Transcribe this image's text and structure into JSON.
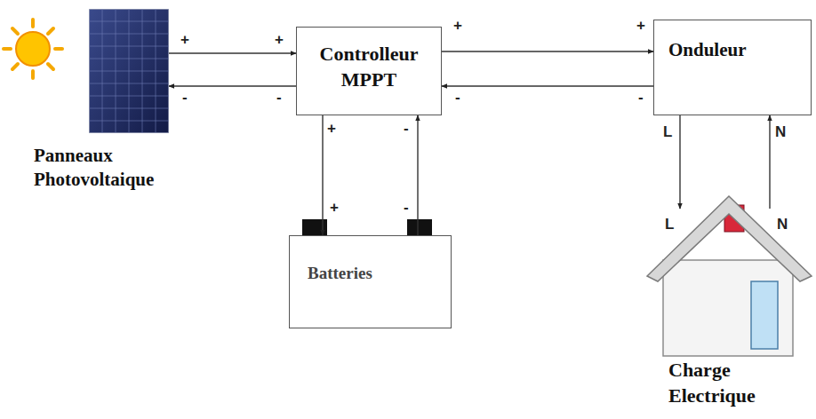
{
  "diagram": {
    "nodes": [
      {
        "text": [
          "Panneaux Photovoltaique"
        ]
      },
      {
        "text": [
          "Controlleur MPPT"
        ]
      },
      {
        "text": [
          "Onduleur"
        ]
      },
      {
        "text": [
          "Batteries"
        ]
      },
      {
        "text": [
          "Charge Electrique"
        ]
      }
    ],
    "edges": [
      {
        "from": 0,
        "to": 1,
        "arrow": "to"
      },
      {
        "from": 1,
        "to": 0,
        "arrow": "to"
      },
      {
        "from": 1,
        "to": 2,
        "arrow": "to"
      },
      {
        "from": 2,
        "to": 1,
        "arrow": "to"
      },
      {
        "from": 1,
        "to": 3,
        "arrow": "to"
      },
      {
        "from": 3,
        "to": 1,
        "arrow": "to"
      },
      {
        "from": 2,
        "to": 4,
        "arrow": "to"
      },
      {
        "from": 4,
        "to": 2,
        "arrow": "to"
      }
    ],
    "labels": [
      "+",
      "+",
      "-",
      "-",
      "+",
      "+",
      "-",
      "-",
      "+",
      "-",
      "+",
      "-",
      "L",
      "N",
      "L",
      "N"
    ]
  }
}
